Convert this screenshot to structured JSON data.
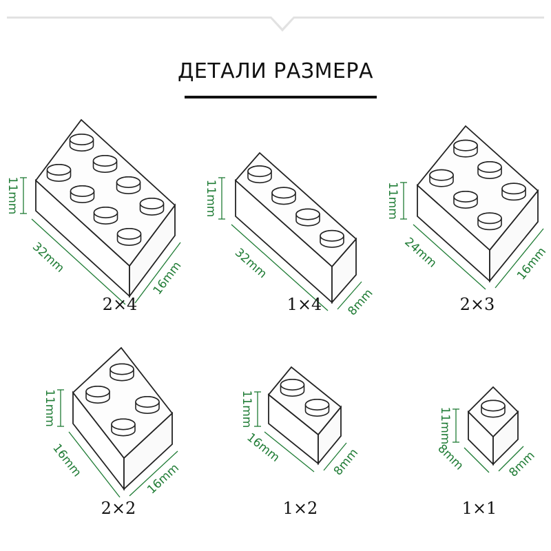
{
  "title": "ДЕТАЛИ РАЗМЕРА",
  "accent_color": "#1e7b34",
  "outline_color": "#222222",
  "bricks": [
    {
      "caption": "2×4",
      "height": "11mm",
      "length": "32mm",
      "width": "16mm",
      "studs": [
        2,
        4
      ]
    },
    {
      "caption": "1×4",
      "height": "11mm",
      "length": "32mm",
      "width": "8mm",
      "studs": [
        1,
        4
      ]
    },
    {
      "caption": "2×3",
      "height": "11mm",
      "length": "24mm",
      "width": "16mm",
      "studs": [
        2,
        3
      ]
    },
    {
      "caption": "2×2",
      "height": "11mm",
      "length": "16mm",
      "width": "16mm",
      "studs": [
        2,
        2
      ]
    },
    {
      "caption": "1×2",
      "height": "11mm",
      "length": "16mm",
      "width": "8mm",
      "studs": [
        1,
        2
      ]
    },
    {
      "caption": "1×1",
      "height": "11mm",
      "length": "8mm",
      "width": "8mm",
      "studs": [
        1,
        1
      ]
    }
  ]
}
